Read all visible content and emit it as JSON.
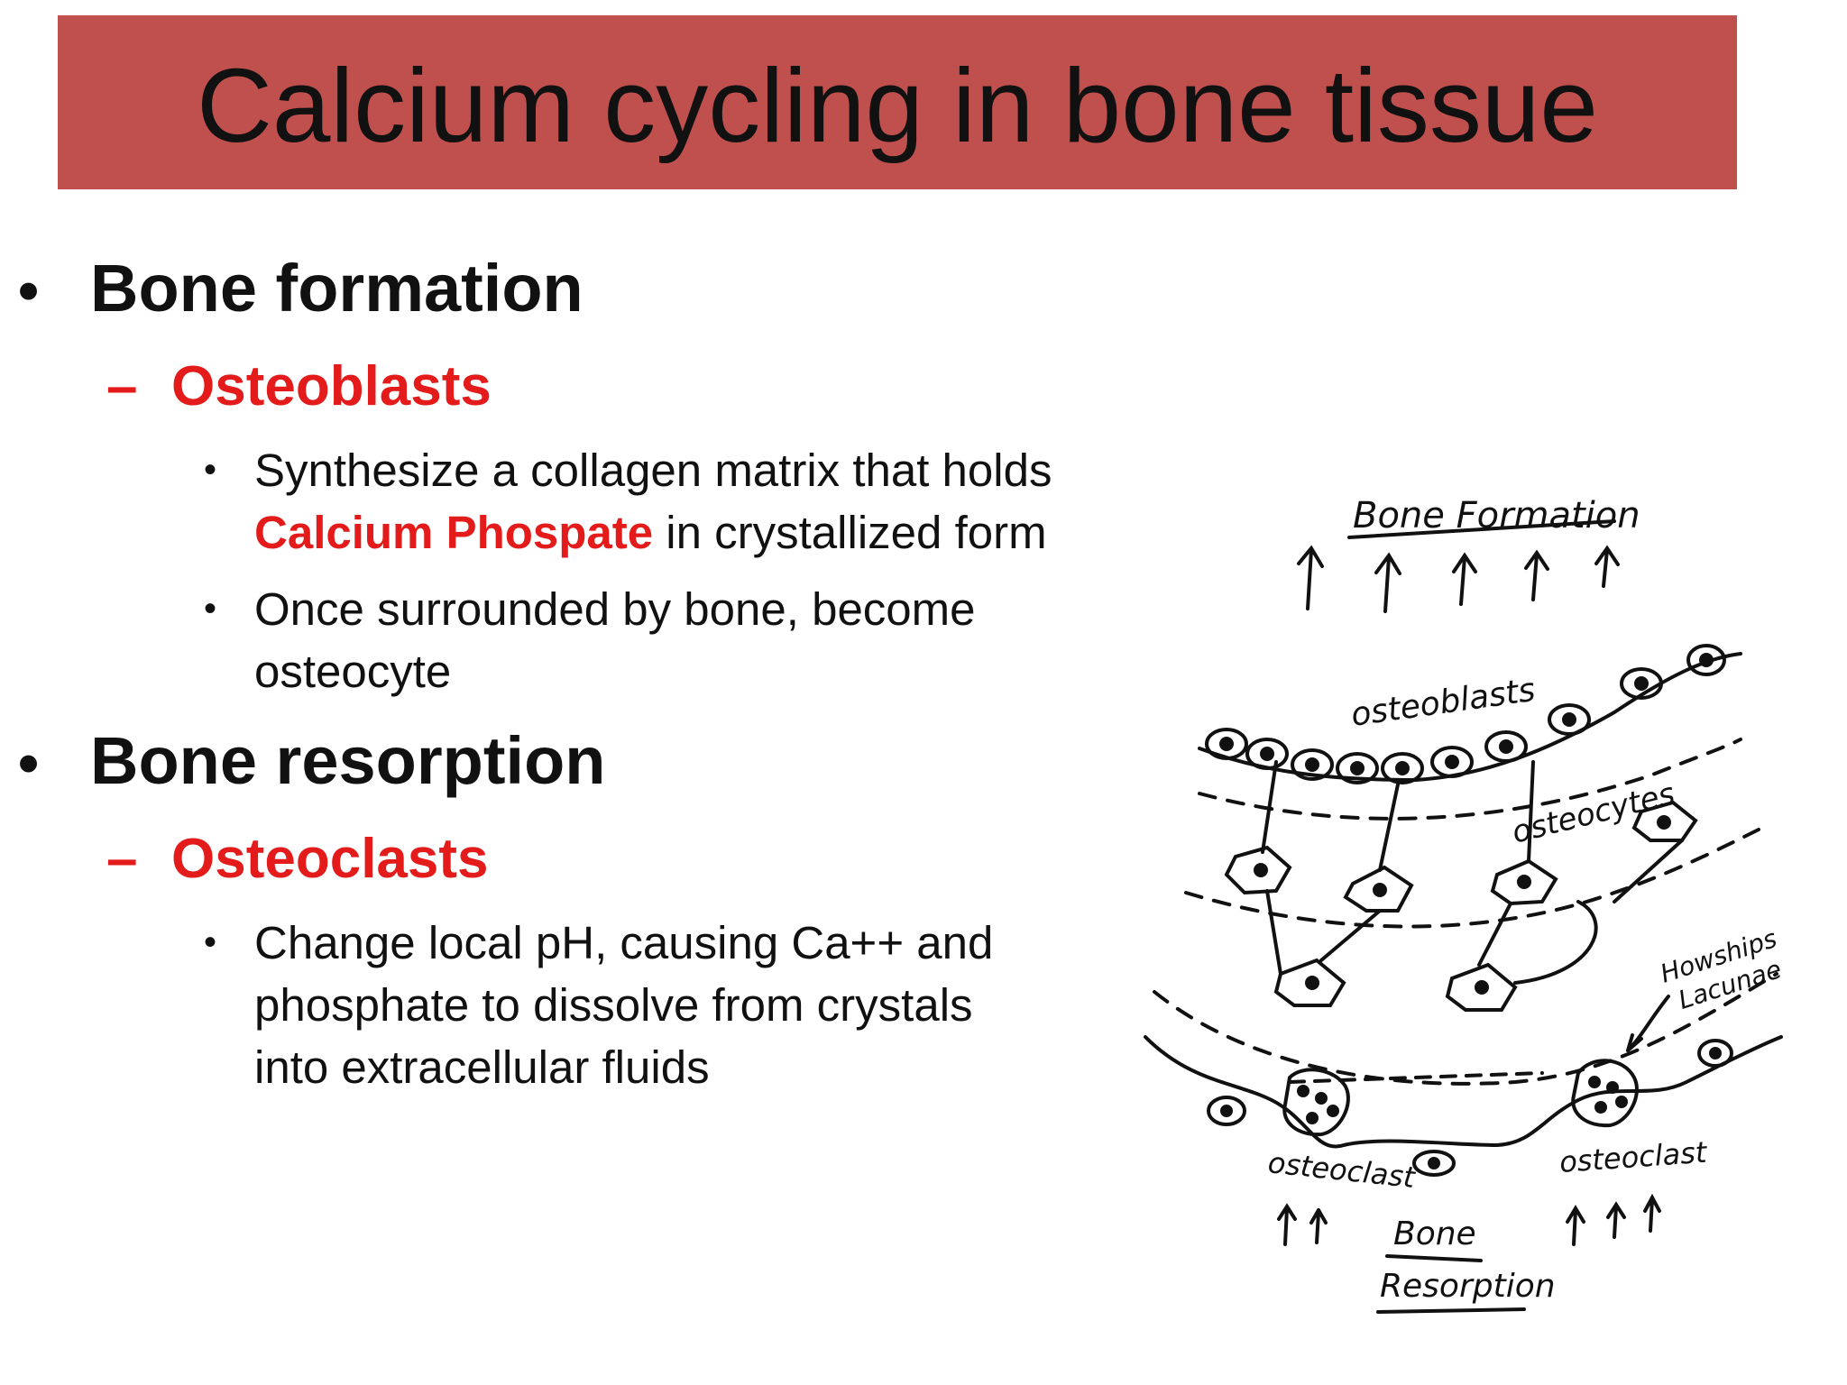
{
  "colors": {
    "banner": "#c0504d",
    "accent_red": "#e31b1b",
    "text": "#111111"
  },
  "title": "Calcium cycling in bone tissue",
  "sections": [
    {
      "heading": "Bone formation",
      "sub": "Osteoblasts",
      "points": [
        {
          "before": "Synthesize a collagen matrix that holds",
          "highlight": "Calcium Phospate",
          "after": " in crystallized form"
        },
        {
          "before": "Once surrounded by bone, become osteocyte"
        }
      ]
    },
    {
      "heading": "Bone resorption",
      "sub": "Osteoclasts",
      "points": [
        {
          "before": "Change local pH, causing Ca++ and phosphate to dissolve from crystals into extracellular fluids"
        }
      ]
    }
  ],
  "diagram": {
    "label_formation": "Bone Formation",
    "label_osteoblasts": "osteoblasts",
    "label_osteocytes": "osteocytes",
    "label_howships_1": "Howships",
    "label_howships_2": "Lacunae",
    "label_osteoclast_left": "osteoclast",
    "label_osteoclast_right": "osteoclast",
    "label_resorption_1": "Bone",
    "label_resorption_2": "Resorption"
  }
}
